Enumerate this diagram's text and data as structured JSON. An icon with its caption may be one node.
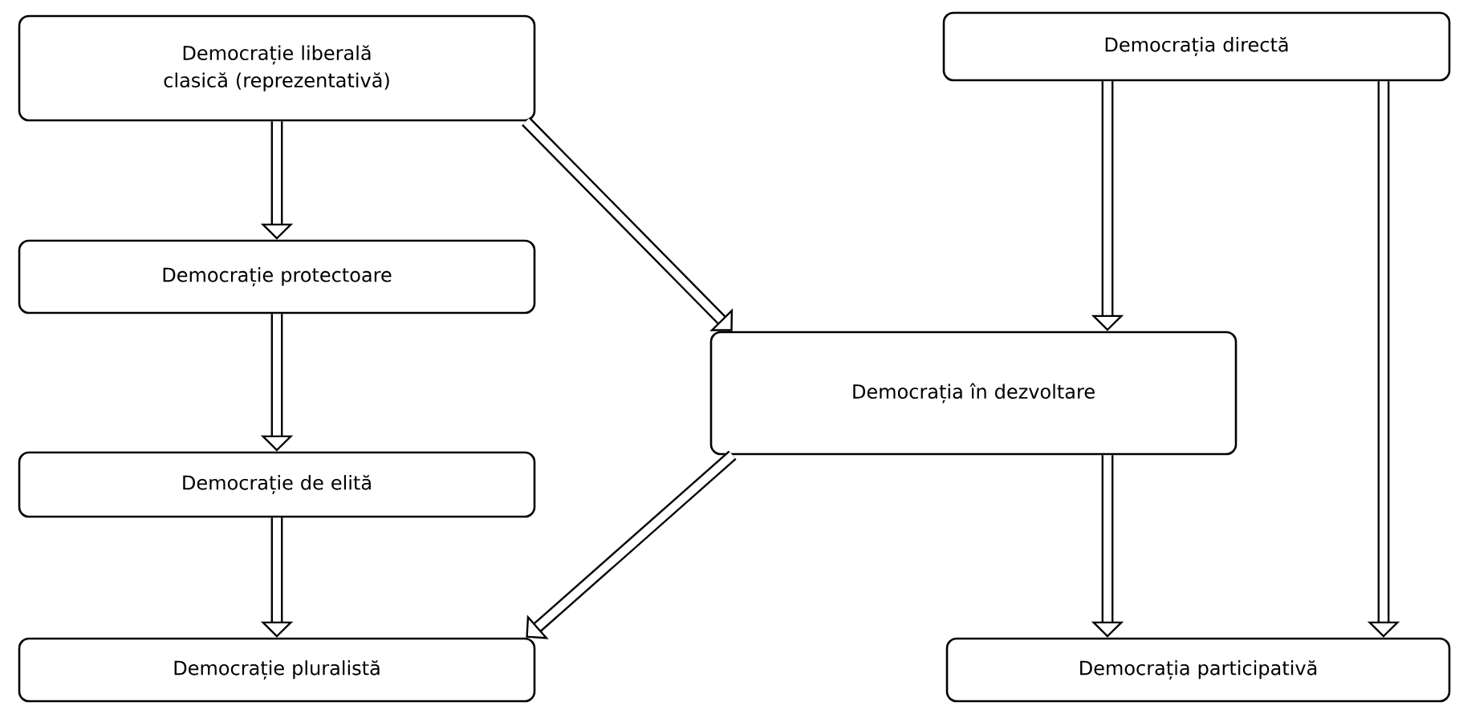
{
  "diagram": {
    "nodes": [
      {
        "text": [
          "Democrație liberală clasică (reprezentativă)"
        ]
      },
      {
        "text": [
          "Democrația directă"
        ]
      },
      {
        "text": [
          "Democrație protectoare"
        ]
      },
      {
        "text": [
          "Democrația în dezvoltare"
        ]
      },
      {
        "text": [
          "Democrație de elită"
        ]
      },
      {
        "text": [
          "Democrație pluralistă"
        ]
      },
      {
        "text": [
          "Democrația participativă"
        ]
      }
    ],
    "edges": [
      {
        "from": 0,
        "to": 2,
        "arrow": "to"
      },
      {
        "from": 2,
        "to": 4,
        "arrow": "to"
      },
      {
        "from": 4,
        "to": 5,
        "arrow": "to"
      },
      {
        "from": 0,
        "to": 3,
        "arrow": "to"
      },
      {
        "from": 3,
        "to": 5,
        "arrow": "to"
      },
      {
        "from": 1,
        "to": 3,
        "arrow": "to"
      },
      {
        "from": 3,
        "to": 6,
        "arrow": "to"
      },
      {
        "from": 1,
        "to": 6,
        "arrow": "to"
      }
    ]
  }
}
